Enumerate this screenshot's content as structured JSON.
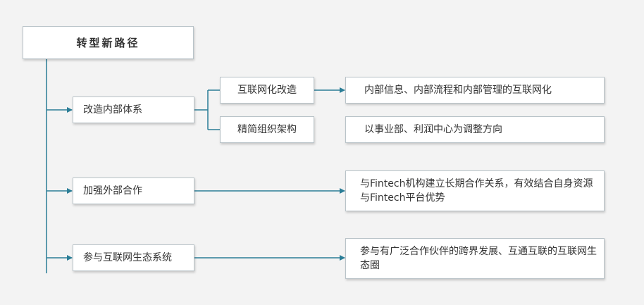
{
  "diagram": {
    "title": "转型新路径",
    "branches": [
      {
        "label": "改造内部体系",
        "subs": [
          {
            "label": "互联网化改造",
            "detail": "内部信息、内部流程和内部管理的互联网化"
          },
          {
            "label": "精简组织架构",
            "detail": "以事业部、利润中心为调整方向"
          }
        ]
      },
      {
        "label": "加强外部合作",
        "detail": "与Fintech机构建立长期合作关系，有效结合自身资源与Fintech平台优势"
      },
      {
        "label": "参与互联网生态系统",
        "detail": "参与有广泛合作伙伴的跨界发展、互通互联的互联网生态圈"
      }
    ],
    "colors": {
      "connector": "#2a7d96",
      "border": "#b9c3c8",
      "background": "#f3f3f3"
    }
  }
}
